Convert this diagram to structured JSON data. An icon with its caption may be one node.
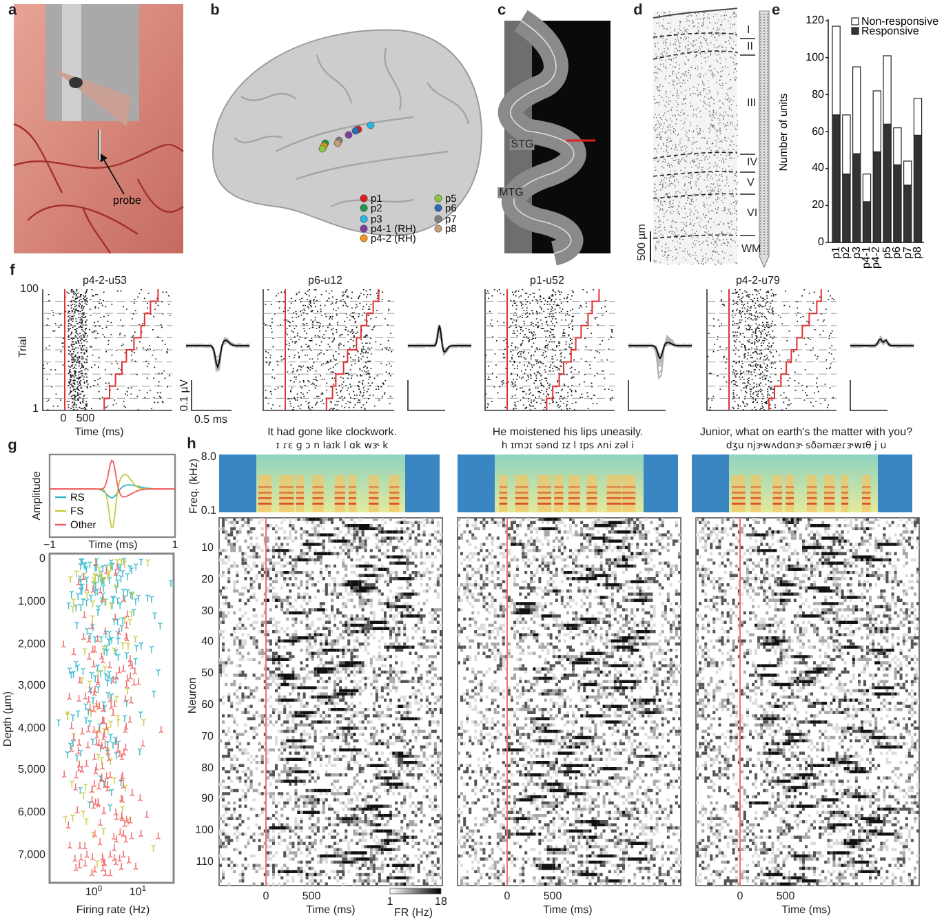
{
  "diagram": {
    "nodes": [
      {
        "text": [
          "probe"
        ]
      },
      {
        "text": [],
        "shape": "bar"
      }
    ],
    "edges": [
      {
        "from": 0,
        "to": 1,
        "arrow": "to"
      }
    ],
    "labels": [
      "a",
      "b",
      "c",
      "d",
      "e",
      "STG",
      "MTG",
      "I",
      "II",
      "III",
      "IV",
      "V",
      "VI",
      "500 µm",
      "WM",
      "f",
      "p4-2-u53",
      "p6-u12",
      "p1-u52",
      "p4-2-u79",
      "100",
      "Trial",
      "1",
      "0",
      "500",
      "Time (ms)",
      "0.1 µV",
      "0.5 ms",
      "g",
      "Amplitude",
      "−1",
      "Time (ms)",
      "1",
      "0",
      "1,000",
      "2,000",
      "3,000",
      "4,000",
      "5,000",
      "6,000",
      "7,000",
      "Depth (µm)",
      "10$^{0}$",
      "10$^{1}$",
      "Firing rate (Hz)",
      "h",
      "It had gone like clockwork.",
      "ɪ ɾɛ ɡ ɔ n laɪk l ɑk wɝ k",
      "He moistened his lips uneasily.",
      "h ɪmɔɪ sənd ɪz l ɪps ʌni zəl i",
      "Junior, what on earth's the matter with you?",
      "dʒu njɝwʌdɑnɝ sðəmæɾɝwɪθ j u",
      "8.0",
      "Freq. (kHz)",
      "0.1",
      "10",
      "20",
      "30",
      "40",
      "50",
      "60",
      "70",
      "80",
      "90",
      "100",
      "110",
      "Neuron",
      "0",
      "500",
      "Time (ms)",
      "1",
      "18",
      "FR (Hz)",
      "0",
      "500",
      "Time (ms)",
      "0",
      "500",
      "Time (ms)"
    ],
    "legend": [
      {
        "text": "p1",
        "color": "#e41a1c"
      },
      {
        "text": "p2",
        "color": "#1a9a4a"
      },
      {
        "text": "p3",
        "color": "#29b6e8"
      },
      {
        "text": "p4-1 (RH)",
        "color": "#7b3fa0"
      },
      {
        "text": "p4-2 (RH)",
        "color": "#f7941d"
      },
      {
        "text": "p5",
        "color": "#8cc63f"
      },
      {
        "text": "p6",
        "color": "#2b6cb0"
      },
      {
        "text": "p7",
        "color": "#808080"
      },
      {
        "text": "p8",
        "color": "#c4a07a"
      },
      {
        "text": "RS"
      },
      {
        "text": "FS"
      },
      {
        "text": "Other"
      }
    ],
    "chart_data": {
      "type": "bar",
      "ylabel": "Number of units",
      "categories": [
        "p1",
        "p2",
        "p3",
        "p4-1",
        "p4-2",
        "p5",
        "p6",
        "p7",
        "p8"
      ],
      "stacked": true,
      "legend": "top right",
      "ylim": [
        0,
        120
      ],
      "yticks": [
        0,
        20,
        40,
        60,
        80,
        100,
        120
      ],
      "series": [
        {
          "name": "Responsive",
          "color": "#333333",
          "values": [
            69,
            37,
            48,
            22,
            49,
            64,
            42,
            31,
            58
          ]
        },
        {
          "name": "Non-responsive",
          "color": "#ffffff",
          "values": [
            48,
            32,
            47,
            15,
            33,
            37,
            20,
            13,
            20
          ]
        }
      ]
    }
  }
}
